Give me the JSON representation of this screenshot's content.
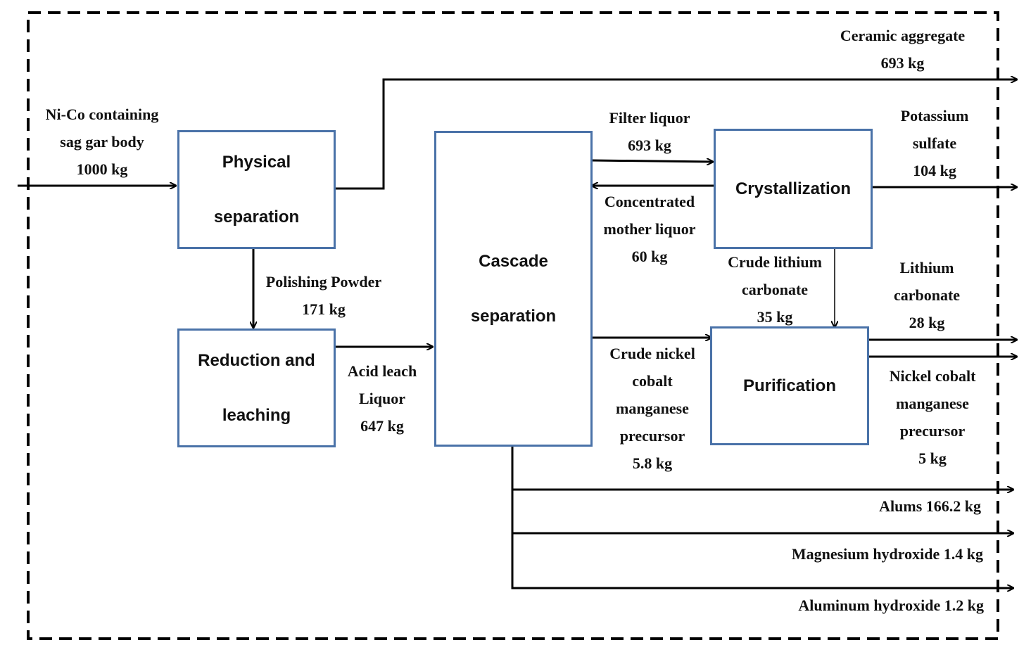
{
  "processes": {
    "physical": [
      "Physical",
      "separation"
    ],
    "reduction": [
      "Reduction and",
      "leaching"
    ],
    "cascade": [
      "Cascade",
      "separation"
    ],
    "crystallization": [
      "Crystallization"
    ],
    "purification": [
      "Purification"
    ]
  },
  "flows": {
    "input": [
      "Ni-Co containing",
      "sag gar body",
      "1000 kg"
    ],
    "ceramic": [
      "Ceramic aggregate",
      "693 kg"
    ],
    "polishing": [
      "Polishing Powder",
      "171 kg"
    ],
    "acid_leach": [
      "Acid leach",
      "Liquor",
      "647 kg"
    ],
    "filter_liquor": [
      "Filter liquor",
      "693 kg"
    ],
    "concentrated": [
      "Concentrated",
      "mother liquor",
      "60 kg"
    ],
    "potassium": [
      "Potassium",
      "sulfate",
      "104 kg"
    ],
    "crude_lithium": [
      "Crude lithium",
      "carbonate",
      "35 kg"
    ],
    "lithium": [
      "Lithium",
      "carbonate",
      "28 kg"
    ],
    "crude_ncm": [
      "Crude nickel",
      "cobalt",
      "manganese",
      "precursor",
      "5.8 kg"
    ],
    "ncm": [
      "Nickel cobalt",
      "manganese",
      "precursor",
      "5 kg"
    ],
    "alums": "Alums 166.2 kg",
    "magnesium": "Magnesium hydroxide 1.4 kg",
    "aluminum": "Aluminum hydroxide 1.2 kg"
  }
}
